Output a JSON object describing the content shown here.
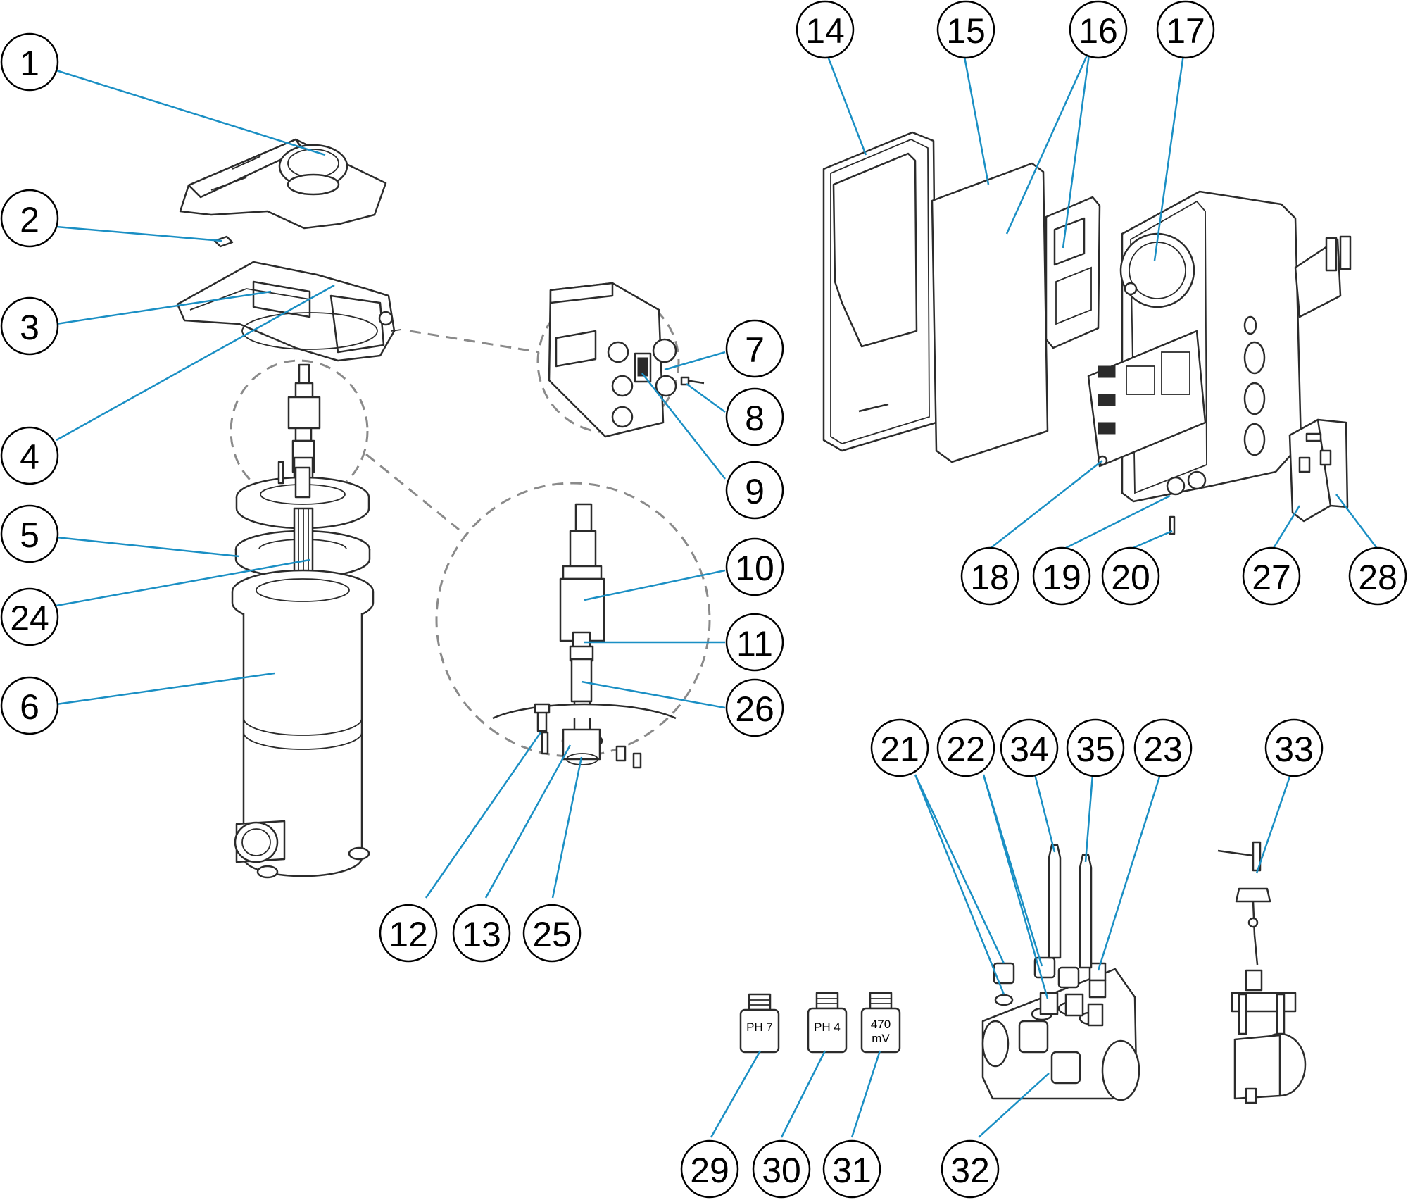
{
  "diagram": {
    "callouts": [
      {
        "num": "1"
      },
      {
        "num": "2"
      },
      {
        "num": "3"
      },
      {
        "num": "4"
      },
      {
        "num": "5"
      },
      {
        "num": "24"
      },
      {
        "num": "6"
      },
      {
        "num": "7"
      },
      {
        "num": "8"
      },
      {
        "num": "9"
      },
      {
        "num": "10"
      },
      {
        "num": "11"
      },
      {
        "num": "26"
      },
      {
        "num": "12"
      },
      {
        "num": "13"
      },
      {
        "num": "25"
      },
      {
        "num": "14"
      },
      {
        "num": "15"
      },
      {
        "num": "16"
      },
      {
        "num": "17"
      },
      {
        "num": "18"
      },
      {
        "num": "19"
      },
      {
        "num": "20"
      },
      {
        "num": "27"
      },
      {
        "num": "28"
      },
      {
        "num": "21"
      },
      {
        "num": "22"
      },
      {
        "num": "34"
      },
      {
        "num": "35"
      },
      {
        "num": "23"
      },
      {
        "num": "33"
      },
      {
        "num": "29"
      },
      {
        "num": "30"
      },
      {
        "num": "31"
      },
      {
        "num": "32"
      }
    ],
    "bottles": [
      {
        "line1": "PH 7",
        "line2": ""
      },
      {
        "line1": "PH 4",
        "line2": ""
      },
      {
        "line1": "470",
        "line2": "mV"
      }
    ],
    "colors": {
      "leader": "#1a8fc4",
      "outline": "#2b2b2b",
      "dashed_ring": "#8a8a8a",
      "background": "#ffffff"
    }
  }
}
